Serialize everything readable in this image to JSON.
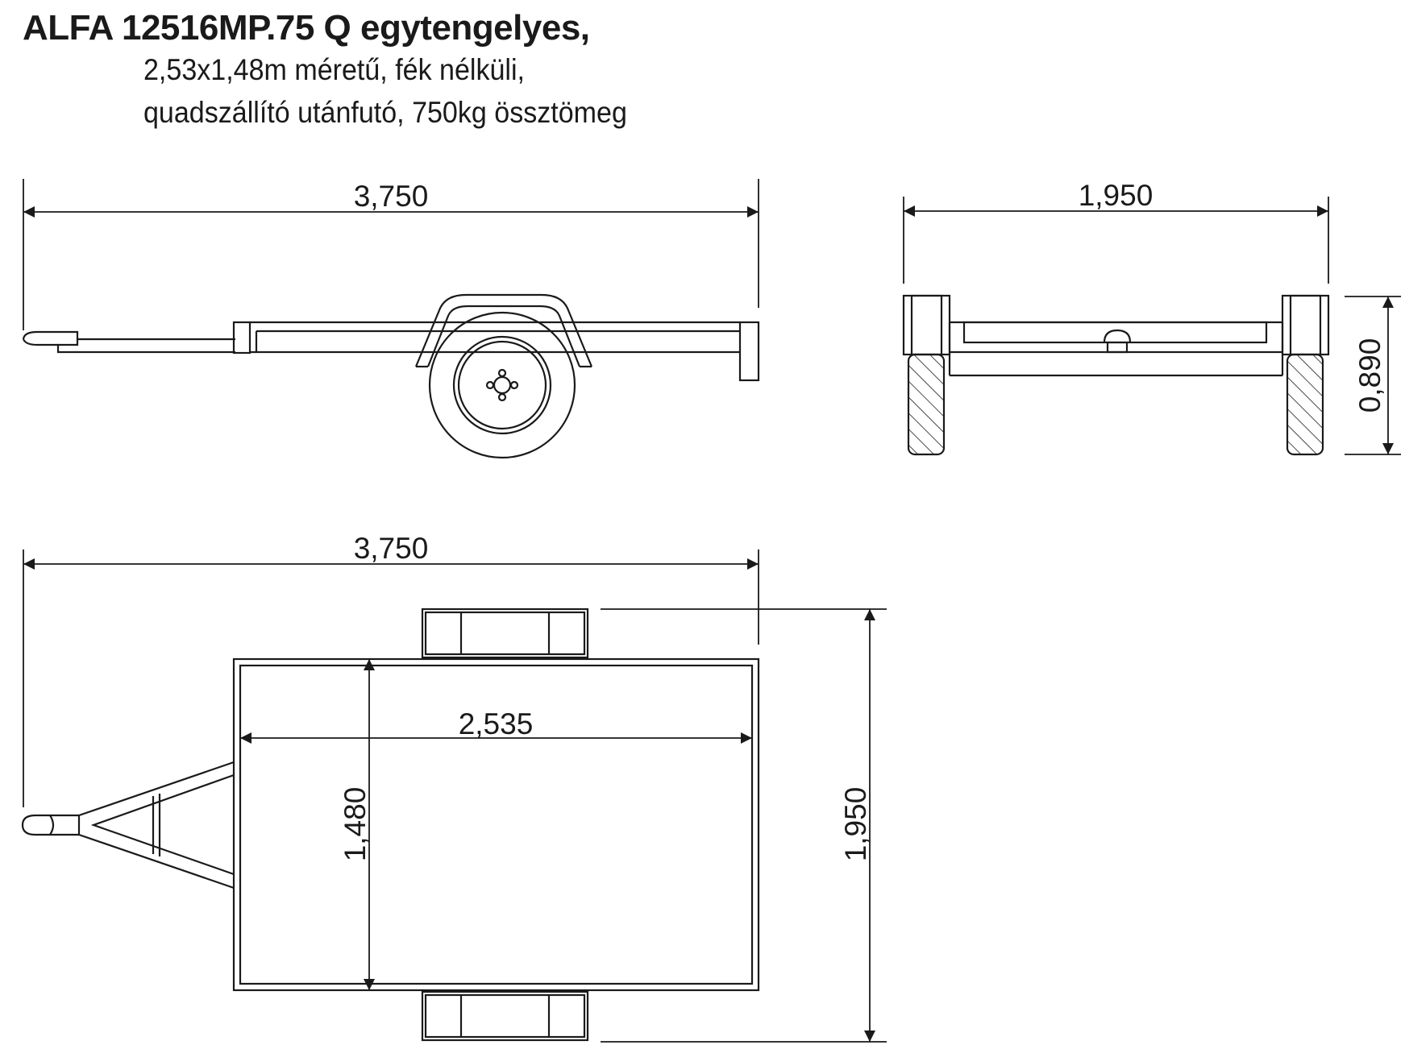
{
  "header": {
    "title": "ALFA 12516MP.75 Q egytengelyes,",
    "subtitle_line1": "2,53x1,48m méretű, fék nélküli,",
    "subtitle_line2": "quadszállító utánfutó, 750kg össztömeg"
  },
  "dimensions": {
    "side_length": "3,750",
    "rear_width": "1,950",
    "rear_height": "0,890",
    "top_length": "3,750",
    "bed_length": "2,535",
    "bed_width": "1,480",
    "overall_width": "1,950"
  }
}
